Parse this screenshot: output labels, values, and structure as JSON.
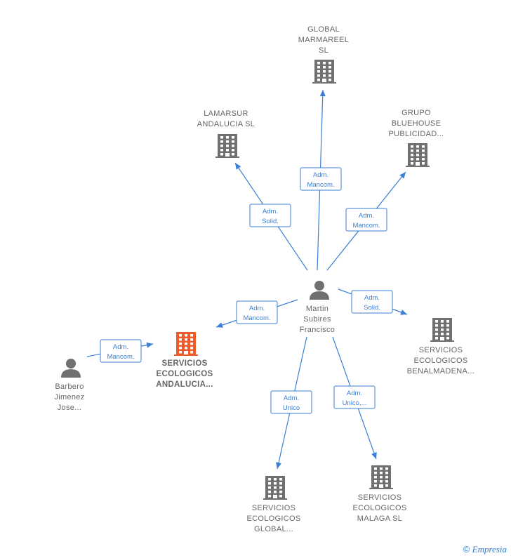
{
  "nodes": [
    {
      "id": "global-marmareel",
      "type": "company",
      "lines": [
        "GLOBAL",
        "MARMAREEL",
        "SL"
      ]
    },
    {
      "id": "lamarsur",
      "type": "company",
      "lines": [
        "LAMARSUR",
        "ANDALUCIA  SL"
      ]
    },
    {
      "id": "grupo-bluehouse",
      "type": "company",
      "lines": [
        "GRUPO",
        "BLUEHOUSE",
        "PUBLICIDAD..."
      ]
    },
    {
      "id": "martin",
      "type": "person",
      "lines": [
        "Martin",
        "Subires",
        "Francisco"
      ]
    },
    {
      "id": "servicios-andalucia",
      "type": "company-focus",
      "lines": [
        "SERVICIOS",
        "ECOLOGICOS",
        "ANDALUCIA..."
      ]
    },
    {
      "id": "barbero",
      "type": "person",
      "lines": [
        "Barbero",
        "Jimenez",
        "Jose..."
      ]
    },
    {
      "id": "servicios-benalmadena",
      "type": "company",
      "lines": [
        "SERVICIOS",
        "ECOLOGICOS",
        "BENALMADENA..."
      ]
    },
    {
      "id": "servicios-global",
      "type": "company",
      "lines": [
        "SERVICIOS",
        "ECOLOGICOS",
        "GLOBAL..."
      ]
    },
    {
      "id": "servicios-malaga",
      "type": "company",
      "lines": [
        "SERVICIOS",
        "ECOLOGICOS",
        "MALAGA  SL"
      ]
    }
  ],
  "edges": [
    {
      "from": "martin",
      "to": "global-marmareel",
      "label": [
        "Adm.",
        "Mancom."
      ]
    },
    {
      "from": "martin",
      "to": "lamarsur",
      "label": [
        "Adm.",
        "Solid."
      ]
    },
    {
      "from": "martin",
      "to": "grupo-bluehouse",
      "label": [
        "Adm.",
        "Mancom."
      ]
    },
    {
      "from": "martin",
      "to": "servicios-andalucia",
      "label": [
        "Adm.",
        "Mancom."
      ]
    },
    {
      "from": "barbero",
      "to": "servicios-andalucia",
      "label": [
        "Adm.",
        "Mancom."
      ]
    },
    {
      "from": "martin",
      "to": "servicios-benalmadena",
      "label": [
        "Adm.",
        "Solid."
      ]
    },
    {
      "from": "martin",
      "to": "servicios-global",
      "label": [
        "Adm.",
        "Unico"
      ]
    },
    {
      "from": "martin",
      "to": "servicios-malaga",
      "label": [
        "Adm.",
        "Unico,..."
      ]
    }
  ],
  "colors": {
    "edge": "#3a7fd5",
    "company": "#707070",
    "focus": "#f05a28",
    "person": "#707070"
  },
  "footer": {
    "copyright": "©",
    "brand": "Empresia"
  }
}
